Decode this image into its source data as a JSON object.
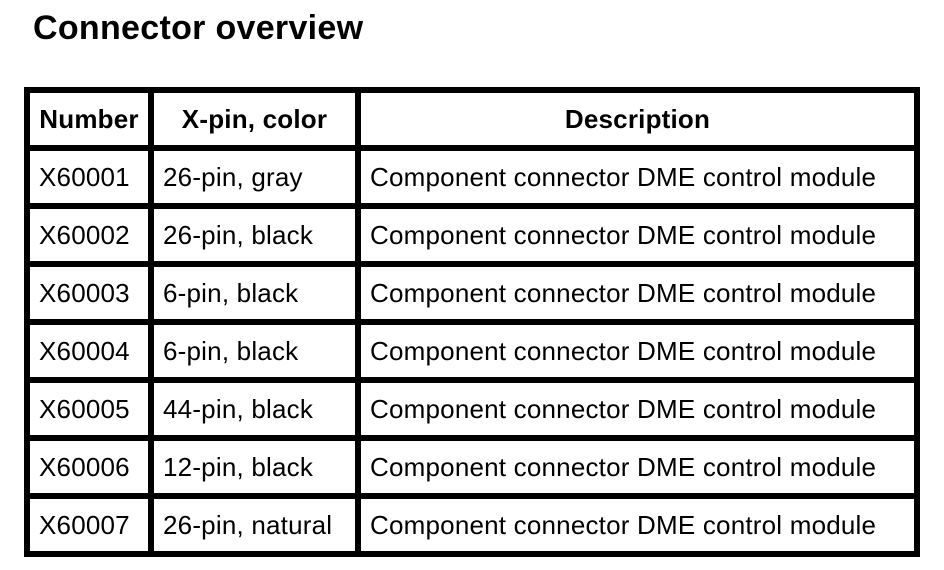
{
  "title": "Connector overview",
  "colors": {
    "text": "#000000",
    "border": "#000000",
    "background": "#ffffff"
  },
  "table": {
    "headers": [
      "Number",
      "X-pin, color",
      "Description"
    ],
    "rows": [
      {
        "number": "X60001",
        "pin_color": "26-pin, gray",
        "description": "Component connector DME control module"
      },
      {
        "number": "X60002",
        "pin_color": "26-pin, black",
        "description": "Component connector DME control module"
      },
      {
        "number": "X60003",
        "pin_color": "6-pin, black",
        "description": "Component connector DME control module"
      },
      {
        "number": "X60004",
        "pin_color": "6-pin, black",
        "description": "Component connector DME control module"
      },
      {
        "number": "X60005",
        "pin_color": "44-pin, black",
        "description": "Component connector DME control module"
      },
      {
        "number": "X60006",
        "pin_color": "12-pin, black",
        "description": "Component connector DME control module"
      },
      {
        "number": "X60007",
        "pin_color": "26-pin, natural",
        "description": "Component connector DME control module"
      }
    ]
  }
}
